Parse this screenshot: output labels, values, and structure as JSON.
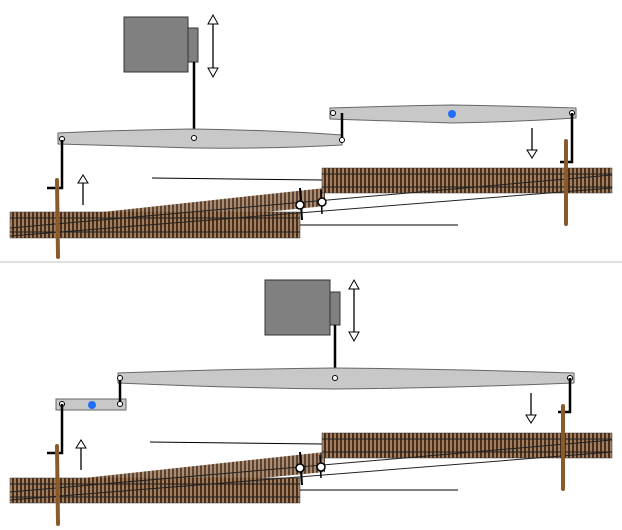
{
  "colors": {
    "lever_fill": "#c8c8c8",
    "motor_fill": "#808080",
    "track_base": "#8a6a4a",
    "tie_dark": "#4a2e1a",
    "post": "#8b5a2b",
    "pivot_blue": "#1f6fff",
    "divider": "#c0c0c0"
  },
  "panels": [
    {
      "state": "top",
      "blue_pivot": "right-lever"
    },
    {
      "state": "bottom",
      "blue_pivot": "left-lever"
    }
  ]
}
